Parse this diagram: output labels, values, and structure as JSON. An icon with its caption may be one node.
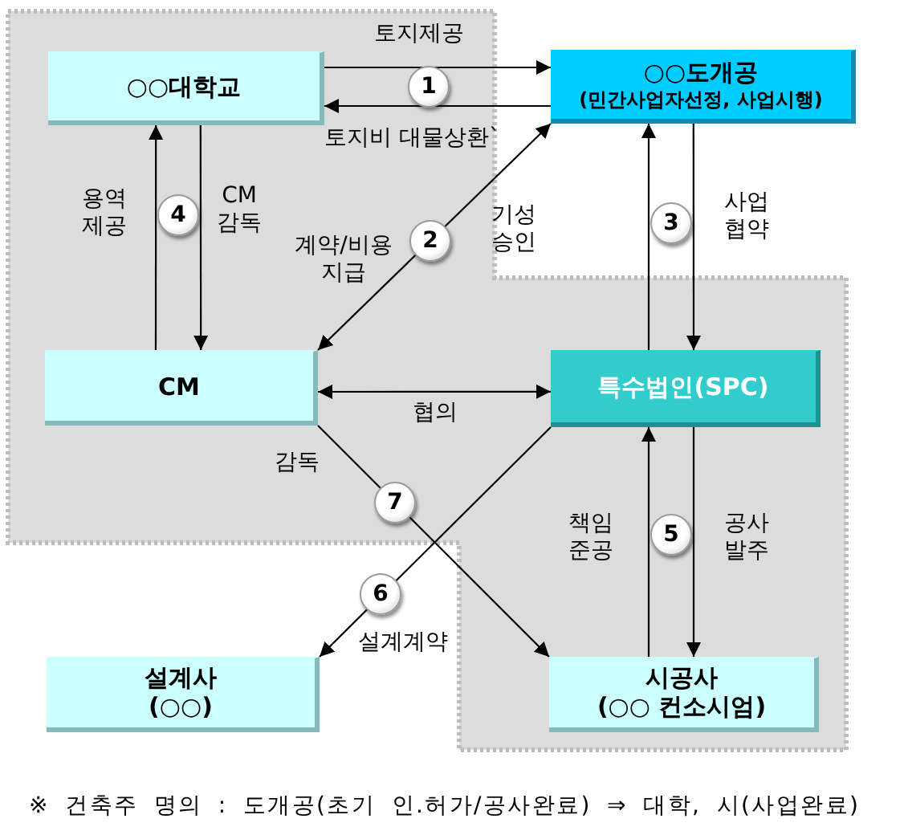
{
  "diagram": {
    "nodes": [
      {
        "text": [
          "○○대학교"
        ]
      },
      {
        "text": [
          "○○도개공",
          "(민간사업자선정, 사업시행)"
        ]
      },
      {
        "text": [
          "CM"
        ]
      },
      {
        "text": [
          "특수법인(SPC)"
        ]
      },
      {
        "text": [
          "설계사",
          "(○○)"
        ]
      },
      {
        "text": [
          "시공사",
          "(○○ 컨소시엄)"
        ]
      }
    ],
    "edges": [
      {
        "from": 0,
        "to": 1,
        "arrow": "to",
        "label": "토지제공"
      },
      {
        "from": 1,
        "to": 0,
        "arrow": "to",
        "label": "토지비 대물상환`"
      },
      {
        "from": 1,
        "to": 2,
        "arrow": "both",
        "label": "계약/비용 지급"
      },
      {
        "from": 3,
        "to": 1,
        "arrow": "to"
      },
      {
        "from": 1,
        "to": 3,
        "arrow": "to",
        "label": "사업 협약"
      },
      {
        "from": 2,
        "to": 0,
        "arrow": "to",
        "label": "용역 제공"
      },
      {
        "from": 0,
        "to": 2,
        "arrow": "to",
        "label": "CM 감독"
      },
      {
        "from": 2,
        "to": 3,
        "arrow": "both",
        "label": "협의"
      },
      {
        "from": 5,
        "to": 3,
        "arrow": "to",
        "label": "책임 준공"
      },
      {
        "from": 3,
        "to": 5,
        "arrow": "to",
        "label": "공사 발주"
      },
      {
        "from": 3,
        "to": 4,
        "arrow": "to",
        "label": "설계계약"
      },
      {
        "from": 2,
        "to": 5,
        "arrow": "to",
        "label": "감독"
      }
    ],
    "labels": [
      "1",
      "4",
      "3",
      "기성 승인",
      "2",
      "7",
      "5",
      "6",
      "※ 건축주 명의 : 도개공(초기 인.허가/공사완료) ⇒ 대학, 시(사업완료)"
    ]
  }
}
